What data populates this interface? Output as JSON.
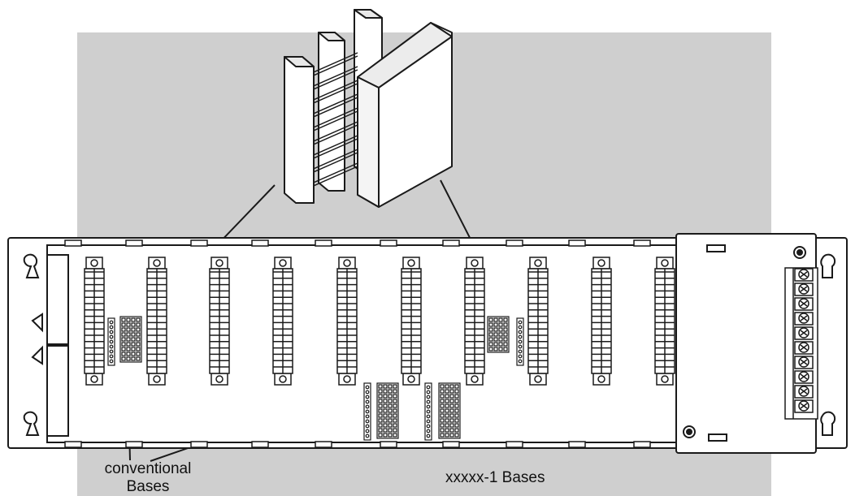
{
  "colors": {
    "background_panel": "#cfcfcf",
    "outline": "#1a1a1a",
    "component_fill": "#ffffff"
  },
  "labels": {
    "conventional_line1": "conventional",
    "conventional_line2": "Bases",
    "xxxxx_bases": "xxxxx-1 Bases"
  },
  "rack": {
    "io_slots": 10,
    "power_supply_terminals": 10
  },
  "icons": [
    "connector-group-illustration",
    "base-rack",
    "power-supply-module",
    "mounting-keyhole-icon"
  ]
}
